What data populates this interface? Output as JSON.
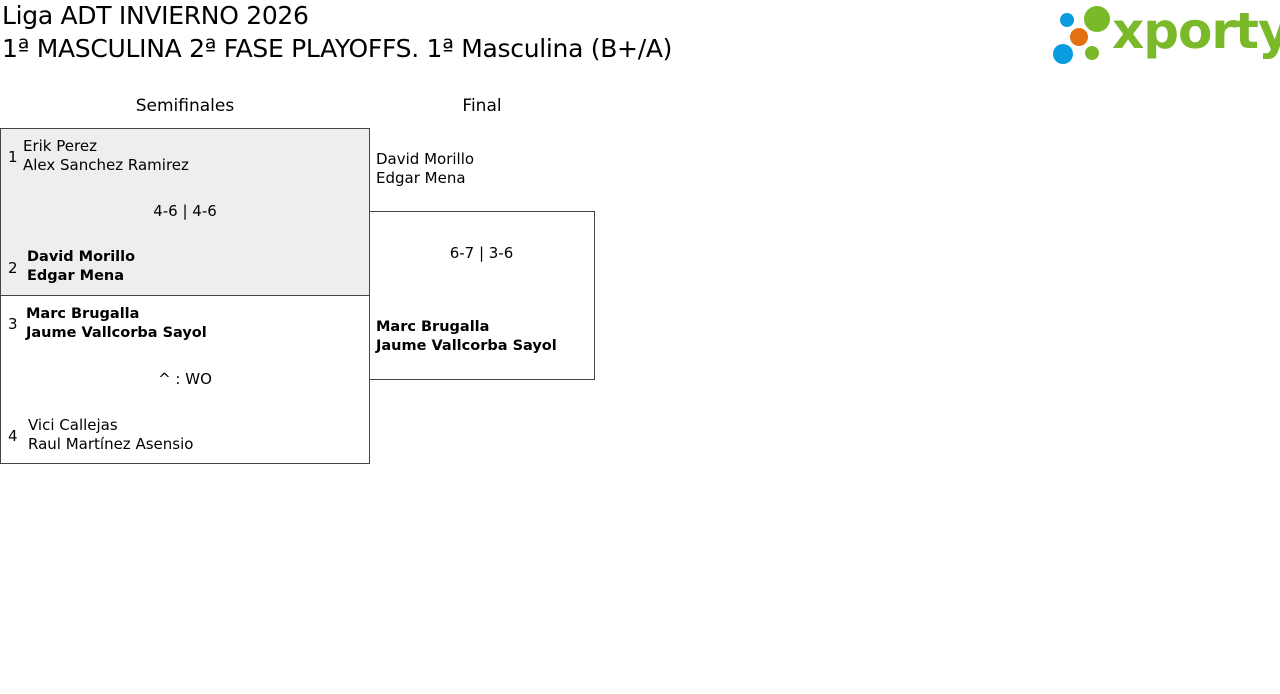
{
  "header": {
    "title_line1": "Liga ADT INVIERNO 2026",
    "title_line2": "1ª MASCULINA 2ª FASE PLAYOFFS. 1ª Masculina (B+/A)",
    "logo_text": "xporty"
  },
  "rounds": [
    {
      "label": "Semifinales"
    },
    {
      "label": "Final"
    }
  ],
  "semifinals": [
    {
      "score": "4-6 | 4-6",
      "top": {
        "seed": "1",
        "players": [
          "Erik Perez",
          "Alex Sanchez Ramirez"
        ]
      },
      "bottom": {
        "seed": "2",
        "players": [
          "David Morillo",
          "Edgar Mena"
        ]
      }
    },
    {
      "score": "^ : WO",
      "top": {
        "seed": "3",
        "players": [
          "Marc Brugalla",
          "Jaume Vallcorba Sayol"
        ]
      },
      "bottom": {
        "seed": "4",
        "players": [
          "Vici Callejas",
          "Raul Martínez Asensio"
        ]
      }
    }
  ],
  "final": {
    "score": "6-7 | 3-6",
    "top": {
      "players": [
        "David Morillo",
        "Edgar Mena"
      ]
    },
    "bottom": {
      "players": [
        "Marc Brugalla",
        "Jaume Vallcorba Sayol"
      ]
    }
  },
  "colors": {
    "logo_green": "#7ab929",
    "logo_blue": "#0a9be0",
    "logo_orange": "#e5700f",
    "match_bg": "#eeeeee"
  }
}
